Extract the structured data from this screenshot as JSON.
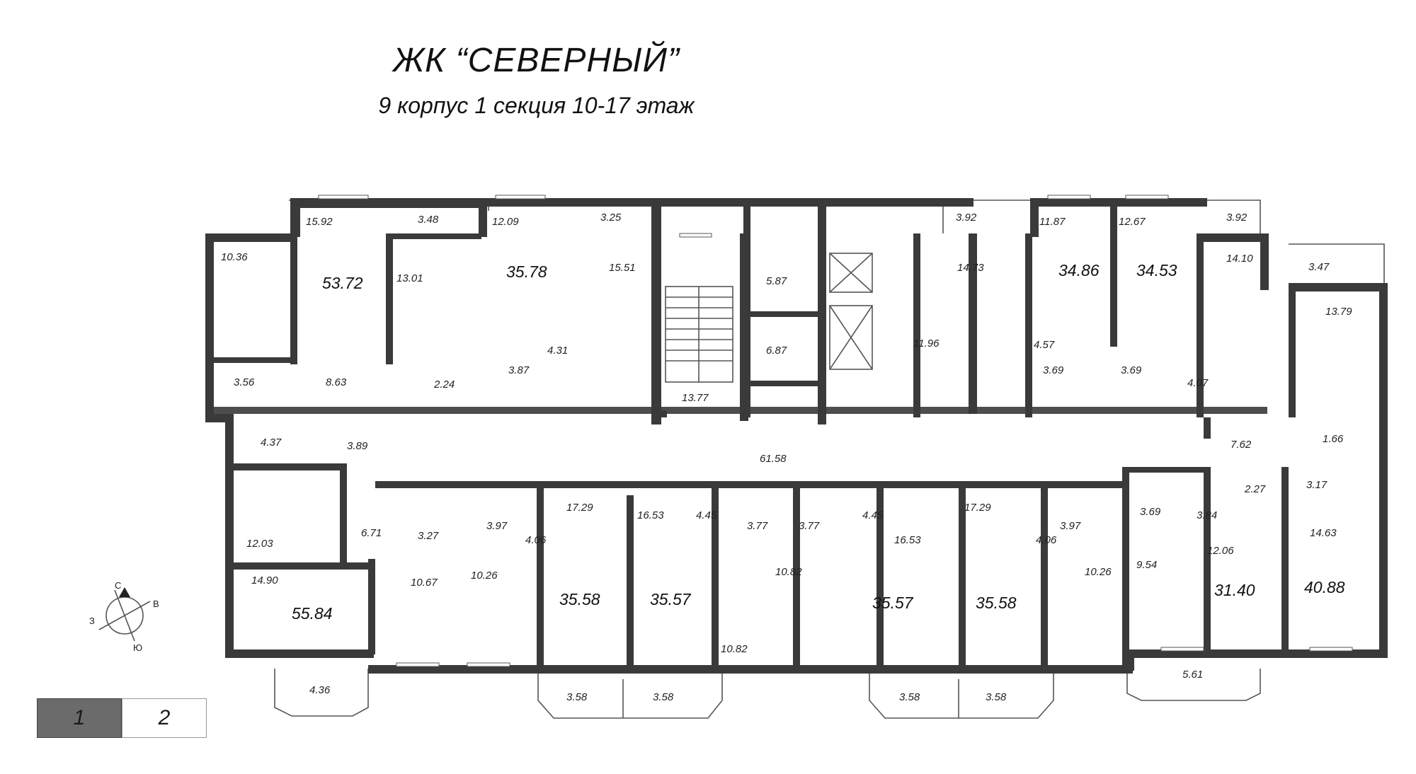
{
  "header": {
    "title": "ЖК “СЕВЕРНЫЙ”",
    "subtitle": "9 корпус 1 секция 10-17 этаж"
  },
  "colors": {
    "wall": "#3a3a3a",
    "line": "#555555",
    "active_section": "#6b6b6b"
  },
  "section_tabs": [
    {
      "label": "1",
      "active": true
    },
    {
      "label": "2",
      "active": false
    }
  ],
  "compass": {
    "north": "С",
    "east": "В",
    "south": "Ю",
    "west": "З"
  },
  "apartment_totals": [
    "53.72",
    "35.78",
    "34.86",
    "34.53",
    "55.84",
    "35.58",
    "35.57",
    "35.57",
    "35.58",
    "31.40",
    "40.88"
  ],
  "room_areas": [
    "15.92",
    "3.48",
    "12.09",
    "3.25",
    "3.92",
    "11.87",
    "12.67",
    "3.92",
    "10.36",
    "13.01",
    "15.51",
    "5.87",
    "14.73",
    "14.10",
    "3.47",
    "13.79",
    "4.31",
    "6.87",
    "11.96",
    "4.57",
    "3.56",
    "8.63",
    "2.24",
    "3.87",
    "13.77",
    "3.69",
    "3.69",
    "4.07",
    "4.37",
    "3.89",
    "61.58",
    "7.62",
    "1.66",
    "17.29",
    "16.53",
    "4.45",
    "4.45",
    "17.29",
    "3.17",
    "3.97",
    "3.77",
    "3.77",
    "16.53",
    "3.97",
    "3.69",
    "6.71",
    "3.27",
    "2.27",
    "12.03",
    "4.06",
    "4.06",
    "3.84",
    "14.63",
    "14.90",
    "10.67",
    "10.26",
    "10.82",
    "10.26",
    "9.54",
    "12.06",
    "10.82",
    "4.36",
    "5.61",
    "3.58",
    "3.58",
    "3.58",
    "3.58"
  ]
}
